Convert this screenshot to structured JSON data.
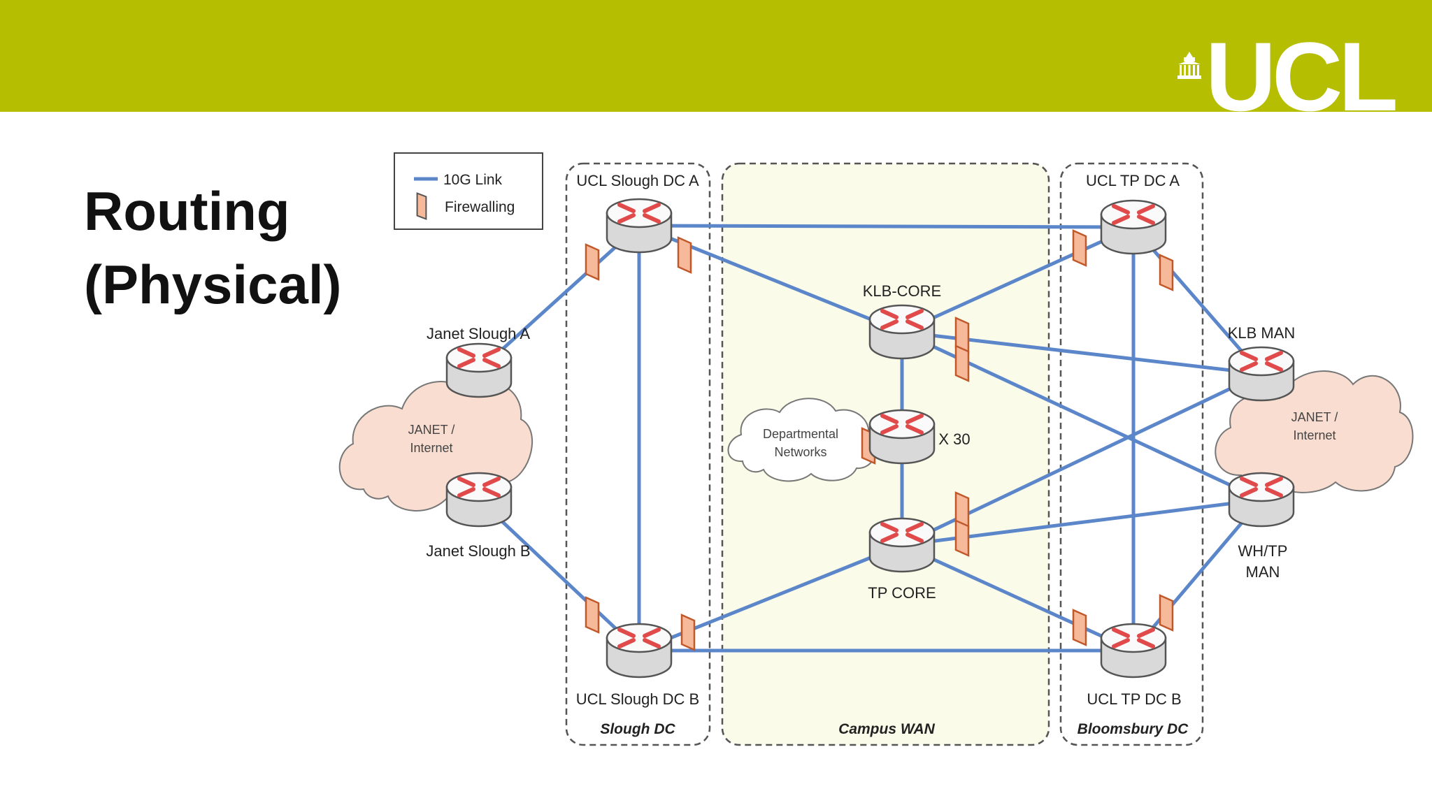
{
  "header": {
    "band_color": "#b5be00",
    "logo_text": "UCL"
  },
  "slide": {
    "title_line1": "Routing",
    "title_line2": "(Physical)"
  },
  "legend": {
    "link_label": "10G Link",
    "firewall_label": "Firewalling"
  },
  "zones": [
    {
      "id": "slough",
      "label": "Slough DC"
    },
    {
      "id": "campus",
      "label": "Campus WAN"
    },
    {
      "id": "bloomsbury",
      "label": "Bloomsbury DC"
    }
  ],
  "routers": [
    {
      "id": "slough-a",
      "label": "UCL Slough DC A"
    },
    {
      "id": "slough-b",
      "label": "UCL Slough DC B"
    },
    {
      "id": "janet-a",
      "label": "Janet Slough A"
    },
    {
      "id": "janet-b",
      "label": "Janet Slough B"
    },
    {
      "id": "klb-core",
      "label": "KLB-CORE"
    },
    {
      "id": "x30",
      "label": "X 30"
    },
    {
      "id": "tp-core",
      "label": "TP CORE"
    },
    {
      "id": "tp-a",
      "label": "UCL TP DC A"
    },
    {
      "id": "tp-b",
      "label": "UCL TP DC B"
    },
    {
      "id": "klb-man",
      "label": "KLB MAN"
    },
    {
      "id": "wh-man",
      "label": "WH/TP MAN"
    }
  ],
  "clouds": {
    "janet_left": "JANET / Internet",
    "departmental": "Departmental Networks",
    "janet_right": "JANET / Internet"
  },
  "colors": {
    "link": "#5b86c9",
    "firewall_fill": "#f6b99a",
    "firewall_stroke": "#c0582a",
    "cloud_fill": "#f9ddd0",
    "campus_fill": "#fbfbe9",
    "router_top": "#e04a4a"
  }
}
